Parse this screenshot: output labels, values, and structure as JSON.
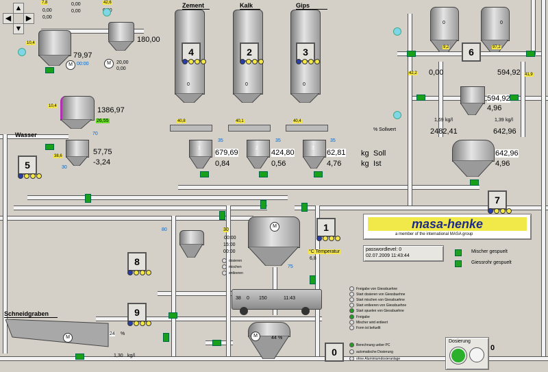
{
  "nav": {
    "up_icon": "arrow-up-icon",
    "down_icon": "arrow-down-icon",
    "left_icon": "arrow-left-icon",
    "right_icon": "arrow-right-icon"
  },
  "headers": {
    "zement": "Zement",
    "kalk": "Kalk",
    "gips": "Gips",
    "wasser": "Wasser",
    "schneidgraben": "Schneidgraben"
  },
  "silos": [
    {
      "number": "4",
      "level": "0",
      "small": "40,8"
    },
    {
      "number": "2",
      "level": "0",
      "small": "40,1"
    },
    {
      "number": "3",
      "level": "0",
      "small": "40,4"
    }
  ],
  "topleft": {
    "v1": "7,8",
    "v2": "0,00",
    "v3": "0,00",
    "v4": "0,00",
    "v5": "0,00",
    "v6": "42,6",
    "v7": "0,00",
    "tank_value": "79,97",
    "tank_time": "00:00",
    "tank_small": "10,4",
    "pump_value": "180,00",
    "pump2_value": "20,00",
    "pump2_value2": "0,00",
    "mid_value": "1386,97",
    "mid_small": "10,4",
    "mid_green": "26,55",
    "mid_small2": "70",
    "wasser_val1": "57,75",
    "wasser_val2": "-3,24",
    "wasser_small": "38,6",
    "wasser_small2": "30",
    "box5": "5"
  },
  "scales": [
    {
      "n": "1",
      "v1": "679,69",
      "v2": "0,84",
      "small": "35"
    },
    {
      "n": "2",
      "v1": "424,80",
      "v2": "0,56",
      "small": "35"
    },
    {
      "n": "3",
      "v1": "62,81",
      "v2": "4,76",
      "small": "35"
    }
  ],
  "soll_ist": {
    "soll_unit": "kg",
    "soll_label": "Soll",
    "ist_unit": "kg",
    "ist_label": "Ist",
    "sollwert": "% Sollwert"
  },
  "right": {
    "box6": "6",
    "tank_l": "0",
    "tank_r": "0",
    "small_l": "9,2",
    "small_r": "97,2",
    "val_a": "0,00",
    "val_b": "594,92",
    "small_a": "42,2",
    "small_b": "41,9",
    "weigh1": "594,92",
    "weigh2": "4,96",
    "flow1": "1,69",
    "flow_unit1": "kg/l",
    "flow2": "1,39",
    "flow_unit2": "kg/l",
    "total": "2482,41",
    "total2": "642,96",
    "main1": "642,96",
    "main2": "4,96",
    "box7": "7"
  },
  "mixer": {
    "box1": "1",
    "temp_label": "°C Temperatur",
    "temp_value": "6,8",
    "time1": "00:00",
    "time2": "15:00",
    "time3": "00:00",
    "legend": [
      "dosieren",
      "mischen",
      "entleeren"
    ],
    "small_a": "80",
    "small_b": "30",
    "small_c": "75"
  },
  "truck": {
    "v1": "38",
    "v2": "0",
    "v3": "150",
    "v4": "11:43"
  },
  "logo": {
    "brand": "masa-henke",
    "tagline": "a member of the international MASA group"
  },
  "info": {
    "password": "passwordlevel: 0",
    "datetime": "02.07.2009 11:43:44",
    "mischer": "Mischer gespuelt",
    "giess": "Giessrohr gespuelt"
  },
  "status": [
    "Freigabe von Giessbuehne",
    "Start dosieren von Giessbuehne",
    "Start mischen von Giessbuehne",
    "Start entleeren von Giessbuehne",
    "Start spuelen von Giessbuehne",
    "Freigabe",
    "Mischer wird entleert",
    "Form ist befuellt"
  ],
  "options": [
    "Berechnung ueber PC",
    "automatische Dosierung",
    "ohne Aluminiumdosieranlage"
  ],
  "box8": "8",
  "box9": "9",
  "box0": "0",
  "bottom": {
    "pct": "24",
    "pct_unit": "%",
    "flow": "1,30",
    "flow_unit": "kg/l",
    "pct2": "44",
    "pct2_unit": "%"
  },
  "dosierung": {
    "label": "Dosierung",
    "value": "0"
  },
  "colors": {
    "bg": "#d4d0c8",
    "valve": "#18a018",
    "yellow": "#f2e64a",
    "logo_blue": "#1e2a8c"
  }
}
